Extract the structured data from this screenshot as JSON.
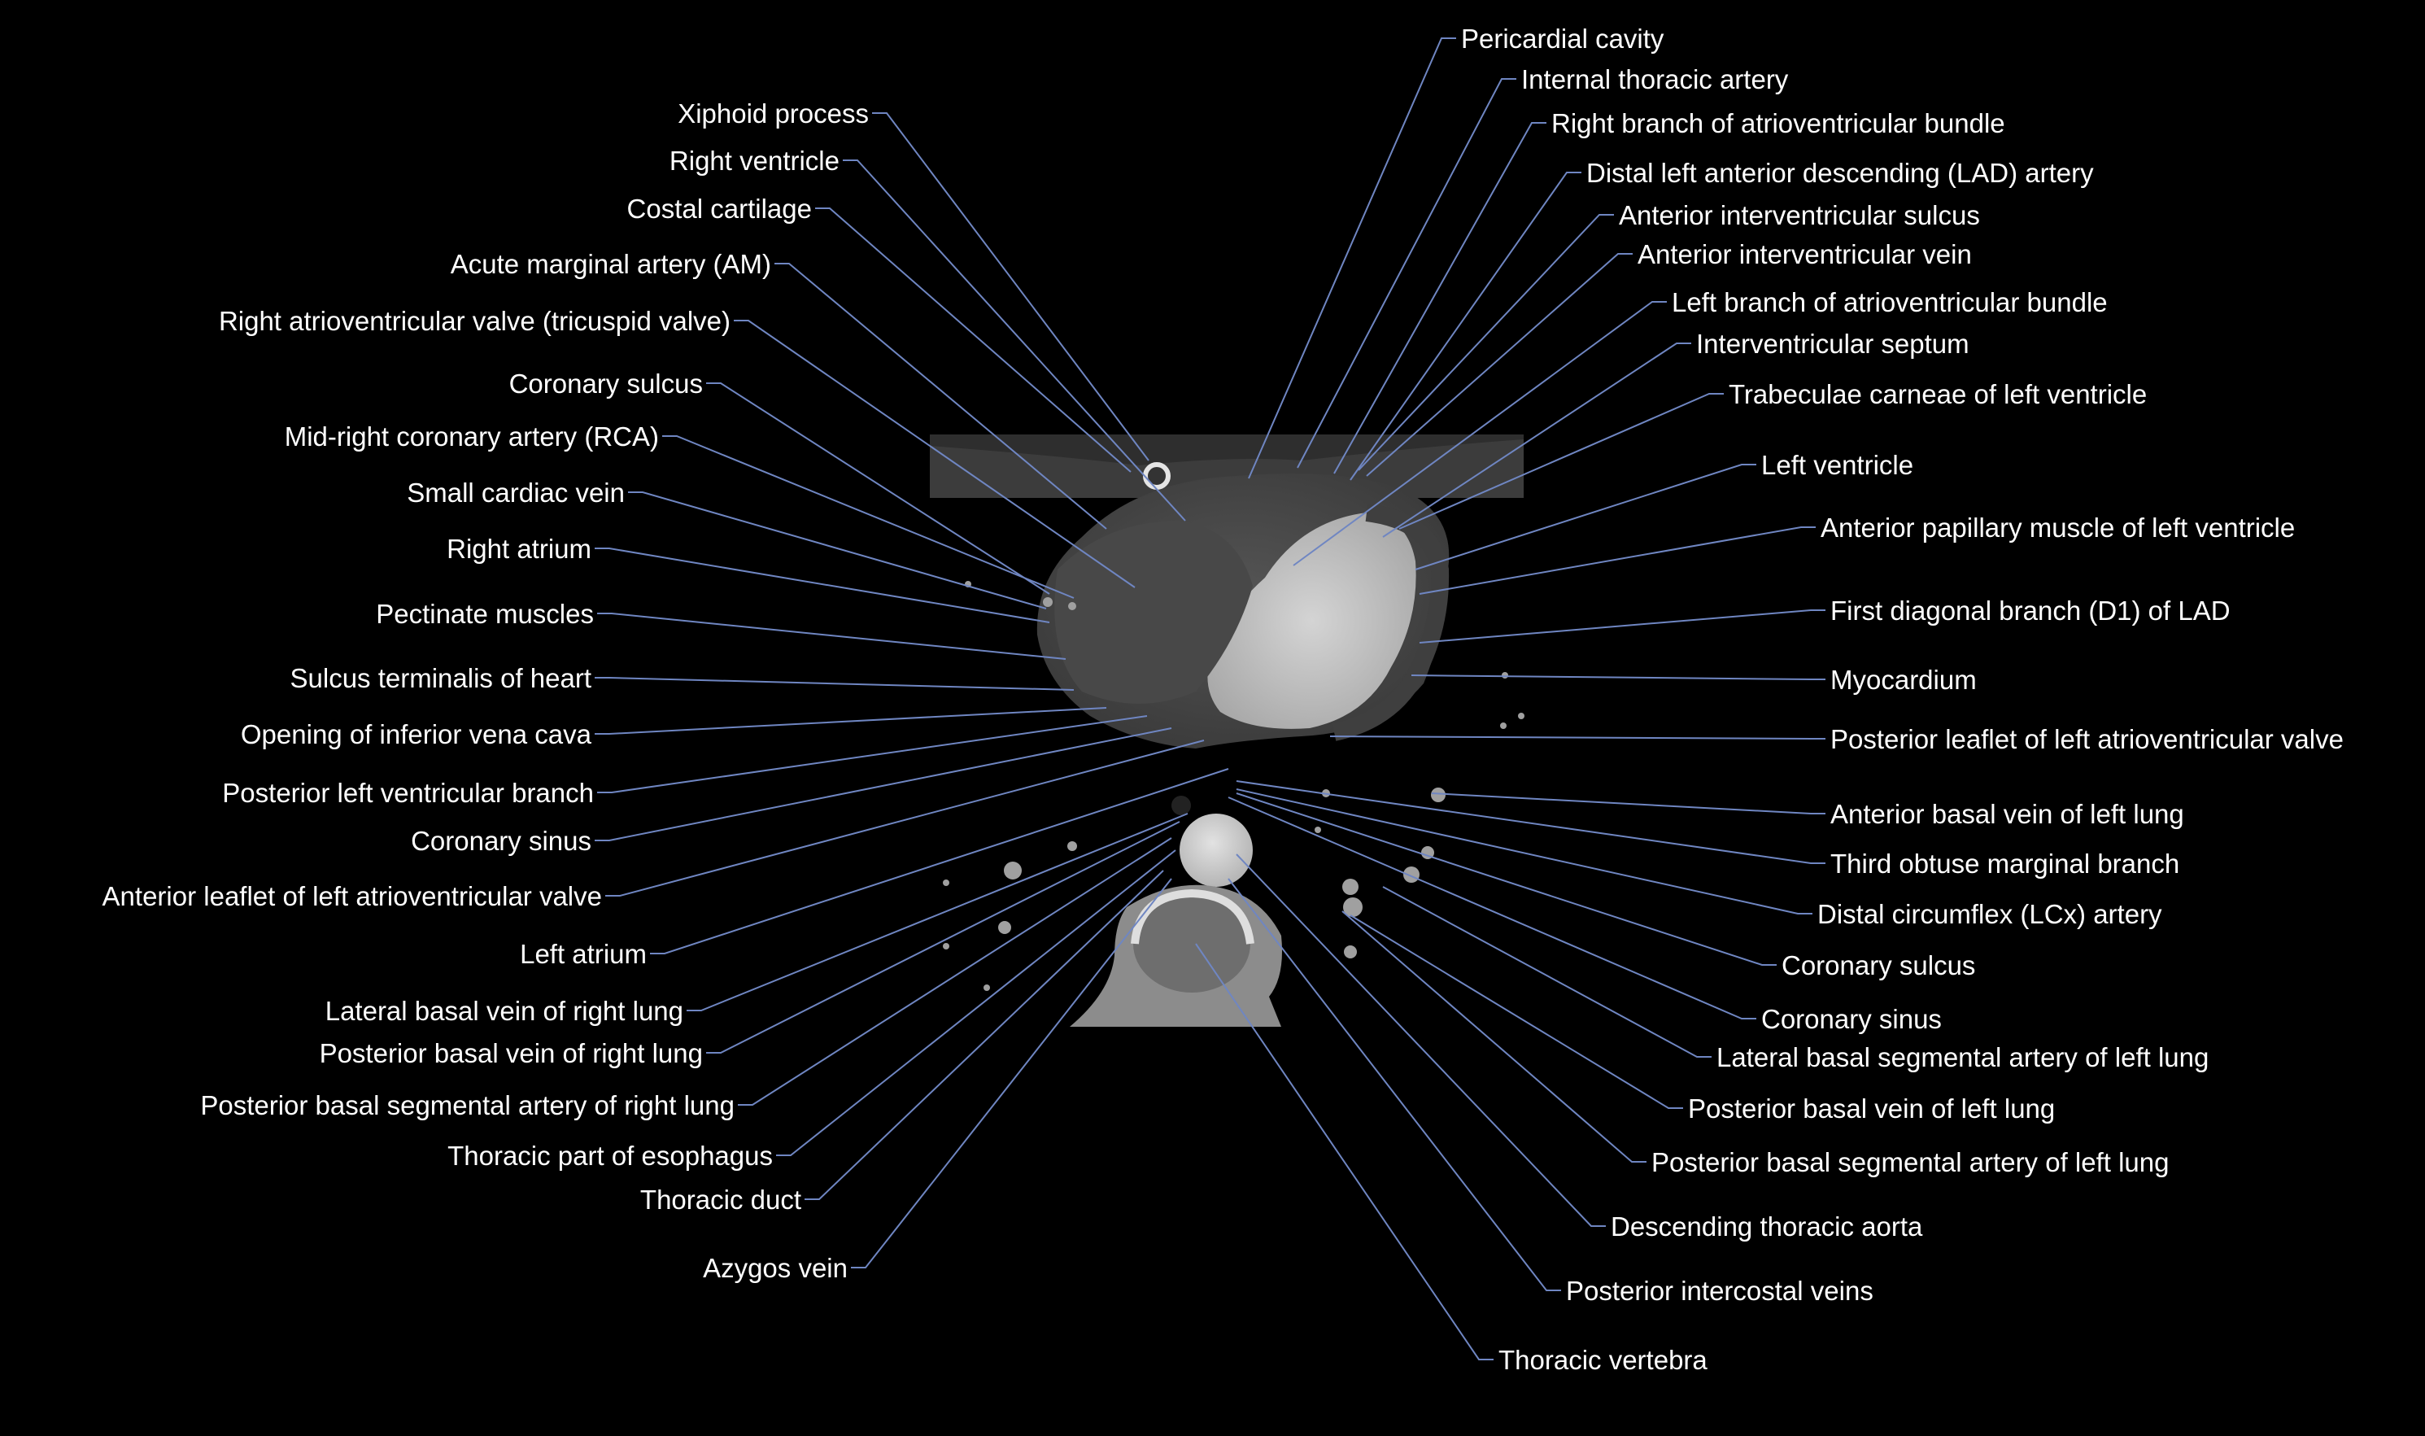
{
  "colors": {
    "background": "#000000",
    "label": "#ffffff",
    "leader_line": "#6f86c2",
    "soft_tissue": "#4a4a4a",
    "contrast_blood": "#c8c8c8",
    "bone": "#dcdcdc"
  },
  "labels_left": [
    "Xiphoid process",
    "Right ventricle",
    "Costal cartilage",
    "Acute marginal artery (AM)",
    "Right atrioventricular valve (tricuspid valve)",
    "Coronary sulcus",
    "Mid-right coronary artery (RCA)",
    "Small cardiac vein",
    "Right atrium",
    "Pectinate muscles",
    "Sulcus terminalis of heart",
    "Opening of inferior vena cava",
    "Posterior left ventricular branch",
    "Coronary sinus",
    "Anterior leaflet of left atrioventricular valve",
    "Left atrium",
    "Lateral basal vein of right lung",
    "Posterior basal vein of right lung",
    "Posterior basal segmental artery of right lung",
    "Thoracic part of esophagus",
    "Thoracic duct",
    "Azygos vein"
  ],
  "labels_right": [
    "Pericardial cavity",
    "Internal thoracic artery",
    "Right branch of atrioventricular bundle",
    "Distal left anterior descending (LAD) artery",
    "Anterior interventricular sulcus",
    "Anterior interventricular vein",
    "Left branch of atrioventricular bundle",
    "Interventricular septum",
    "Trabeculae carneae of left ventricle",
    "Left ventricle",
    "Anterior papillary muscle of left ventricle",
    "First diagonal branch (D1) of LAD",
    "Myocardium",
    "Posterior leaflet of left atrioventricular valve",
    "Anterior basal vein of left lung",
    "Third obtuse marginal branch",
    "Distal circumflex (LCx) artery",
    "Coronary sulcus",
    "Coronary sinus",
    "Lateral basal segmental artery of left lung",
    "Posterior basal vein of left lung",
    "Posterior basal segmental artery of left lung",
    "Descending thoracic aorta",
    "Posterior intercostal veins",
    "Thoracic vertebra"
  ]
}
